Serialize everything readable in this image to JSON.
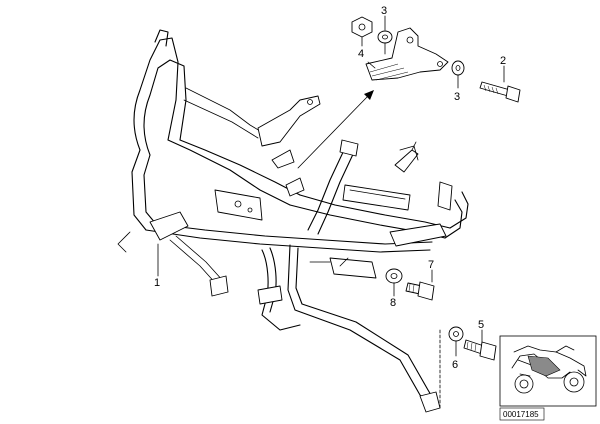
{
  "callouts": {
    "c1": "1",
    "c2": "2",
    "c3a": "3",
    "c3b": "3",
    "c4": "4",
    "c5": "5",
    "c6": "6",
    "c7": "7",
    "c8": "8"
  },
  "reference_number": "00017185",
  "icons": {
    "thumbnail": "motorcycle-icon"
  }
}
